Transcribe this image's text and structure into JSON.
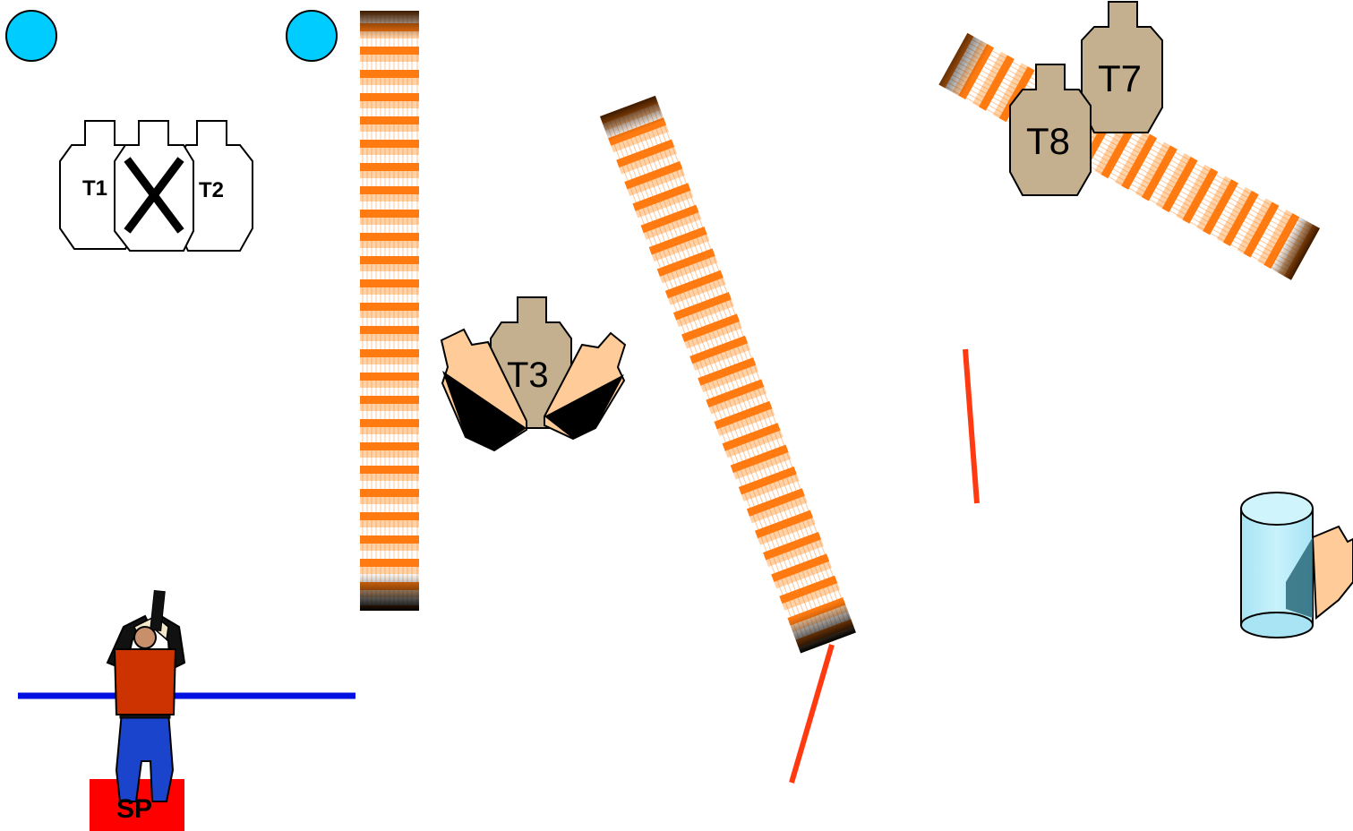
{
  "diagram": {
    "targets": [
      {
        "id": "T1",
        "label": "T1",
        "type": "paper",
        "color": "#ffffff"
      },
      {
        "id": "T2",
        "label": "T2",
        "type": "paper",
        "color": "#ffffff"
      },
      {
        "id": "NS",
        "label": "",
        "type": "no-shoot",
        "color": "#ffffff"
      },
      {
        "id": "T3",
        "label": "T3",
        "type": "paper",
        "color": "#c4b08e"
      },
      {
        "id": "T7",
        "label": "T7",
        "type": "paper",
        "color": "#c4b08e"
      },
      {
        "id": "T8",
        "label": "T8",
        "type": "paper",
        "color": "#c4b08e"
      }
    ],
    "start_position": {
      "label": "SP",
      "color": "#ff0000"
    },
    "colors": {
      "wall_orange": "#ff7a10",
      "fault_line": "#0010e0",
      "fault_line_red": "#ff3a10",
      "steel_popper": "#00ccff",
      "barrel": "#b8ecf8",
      "no_shoot_skin": "#ffcc99",
      "cardboard": "#c4b08e"
    }
  }
}
